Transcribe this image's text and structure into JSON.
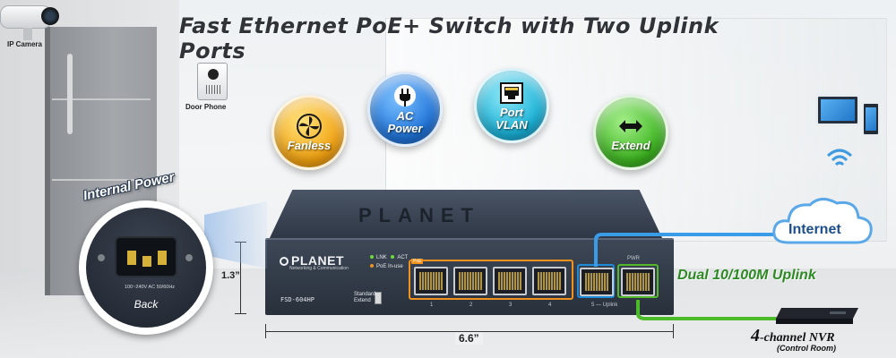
{
  "title": "Fast Ethernet PoE+ Switch with Two Uplink Ports",
  "devices": {
    "ip_camera_label": "IP Camera",
    "door_phone_label": "Door Phone",
    "internet_label": "Internet",
    "nvr_label_number": "4",
    "nvr_label_text": "-channel NVR",
    "nvr_sub_label": "(Control Room)"
  },
  "features": [
    {
      "label": "Fanless",
      "color": "#f2a10f",
      "icon": "fan-icon"
    },
    {
      "label_line1": "AC",
      "label_line2": "Power",
      "color": "#1e73d9",
      "icon": "plug-icon"
    },
    {
      "label_line1": "Port",
      "label_line2": "VLAN",
      "color": "#19b2d8",
      "icon": "ethernet-port-icon"
    },
    {
      "label": "Extend",
      "color": "#3cb41f",
      "icon": "extend-arrows-icon"
    }
  ],
  "switch": {
    "brand": "PLANET",
    "brand_sub": "Networking & Communication",
    "model": "FSD-604HP",
    "top_logo": "PLANET",
    "led_lnk": "LNK",
    "led_act": "ACT",
    "led_poe": "PoE In-use",
    "poe_tag": "PoE",
    "port_numbers": [
      "1",
      "2",
      "3",
      "4"
    ],
    "uplink_label": "5 — Uplink",
    "pwr_label": "PWR",
    "toggle_labels": "Standard\nExtend"
  },
  "internal_power": {
    "title": "Internal Power",
    "spec": "100~240V AC 50/60Hz",
    "back_label": "Back"
  },
  "dimensions": {
    "height": "1.3”",
    "width": "6.6”"
  },
  "uplink_caption": "Dual 10/100M Uplink",
  "colors": {
    "poe_orange": "#f0921c",
    "uplink_blue": "#1e8bd8",
    "nvr_green": "#53b82a"
  }
}
